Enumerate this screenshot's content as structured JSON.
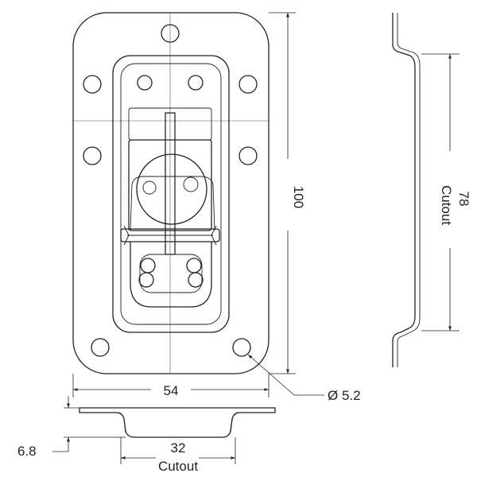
{
  "dimensions": {
    "height_total": "100",
    "width_total": "54",
    "hole_diameter": "Ø 5.2",
    "cutout_height_value": "78",
    "cutout_height_caption": "Cutout",
    "cutout_width_value": "32",
    "cutout_width_caption": "Cutout",
    "depth": "6.8"
  },
  "colors": {
    "line": "#222222",
    "background": "#ffffff"
  }
}
